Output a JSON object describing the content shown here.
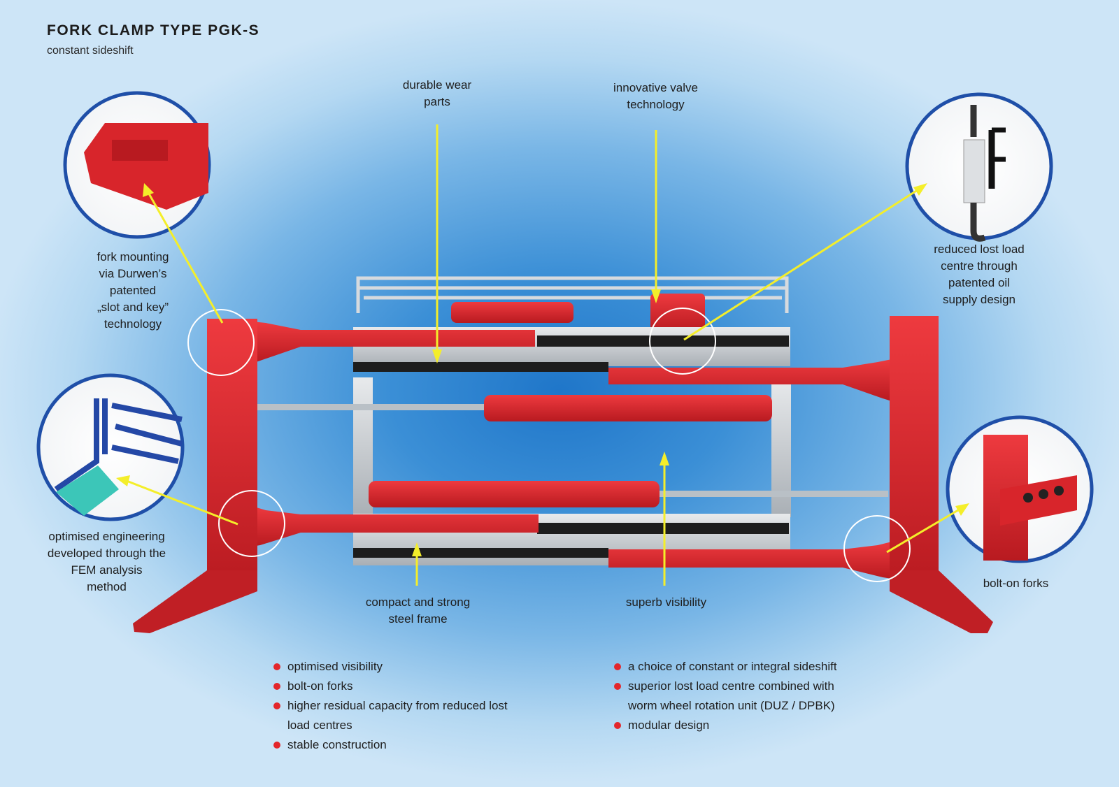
{
  "header": {
    "title": "FORK CLAMP TYPE PGK-S",
    "subtitle": "constant sideshift"
  },
  "callouts": {
    "durable_wear_parts": [
      "durable wear",
      "parts"
    ],
    "innovative_valve": [
      "innovative valve",
      "technology"
    ],
    "fork_mounting": [
      "fork mounting",
      "via Durwen’s",
      "patented",
      "„slot and key”",
      "technology"
    ],
    "reduced_lost_load": [
      "reduced lost load",
      "centre through",
      "patented oil",
      "supply design"
    ],
    "optimised_engineering": [
      "optimised engineering",
      "developed through the",
      "FEM analysis",
      "method"
    ],
    "compact_frame": [
      "compact and strong",
      "steel frame"
    ],
    "superb_visibility": [
      "superb visibility"
    ],
    "bolt_on_forks": [
      "bolt-on forks"
    ]
  },
  "features_left": [
    "optimised visibility",
    "bolt-on forks",
    "higher residual capacity from reduced lost load centres",
    "stable construction"
  ],
  "features_right": [
    "a choice of constant or integral sideshift",
    "superior lost load centre combined with worm wheel rotation unit (DUZ / DPBK)",
    "modular design"
  ],
  "colors": {
    "fork_red": "#d8252b",
    "frame_gray": "#c8ccd0",
    "pointer_yellow": "#f4ee2a",
    "bullet_red": "#e3262b",
    "badge_border": "#1f4fa8"
  }
}
